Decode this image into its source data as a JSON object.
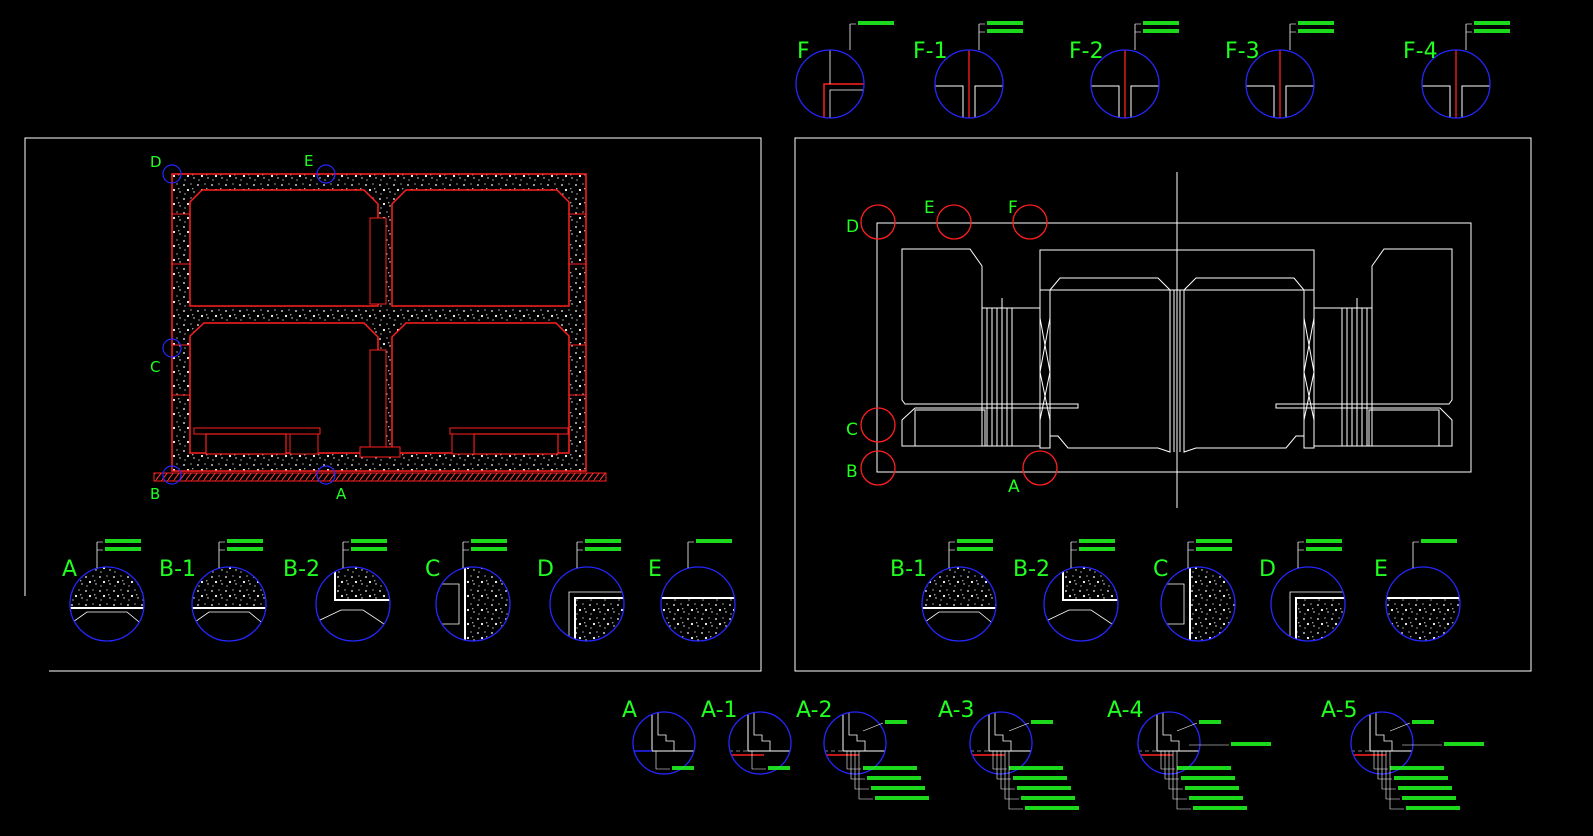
{
  "colors": {
    "background": "#000000",
    "frame": "#ffffff",
    "structure": "#ff1f1f",
    "callout_circle": "#2626ff",
    "label": "#21ff21",
    "plan_circle": "#ff1f1f",
    "plan_lines": "#ffffff"
  },
  "section_view": {
    "markers": {
      "d": "D",
      "e": "E",
      "c": "C",
      "b": "B",
      "a": "A"
    }
  },
  "plan_view": {
    "markers": {
      "d": "D",
      "e": "E",
      "f": "F",
      "c": "C",
      "b": "B",
      "a": "A"
    }
  },
  "details_top": [
    {
      "label": "F"
    },
    {
      "label": "F-1"
    },
    {
      "label": "F-2"
    },
    {
      "label": "F-3"
    },
    {
      "label": "F-4"
    }
  ],
  "details_left": [
    {
      "label": "A"
    },
    {
      "label": "B-1"
    },
    {
      "label": "B-2"
    },
    {
      "label": "C"
    },
    {
      "label": "D"
    },
    {
      "label": "E"
    }
  ],
  "details_right": [
    {
      "label": "B-1"
    },
    {
      "label": "B-2"
    },
    {
      "label": "C"
    },
    {
      "label": "D"
    },
    {
      "label": "E"
    }
  ],
  "details_bottom": [
    {
      "label": "A"
    },
    {
      "label": "A-1"
    },
    {
      "label": "A-2"
    },
    {
      "label": "A-3"
    },
    {
      "label": "A-4"
    },
    {
      "label": "A-5"
    }
  ]
}
